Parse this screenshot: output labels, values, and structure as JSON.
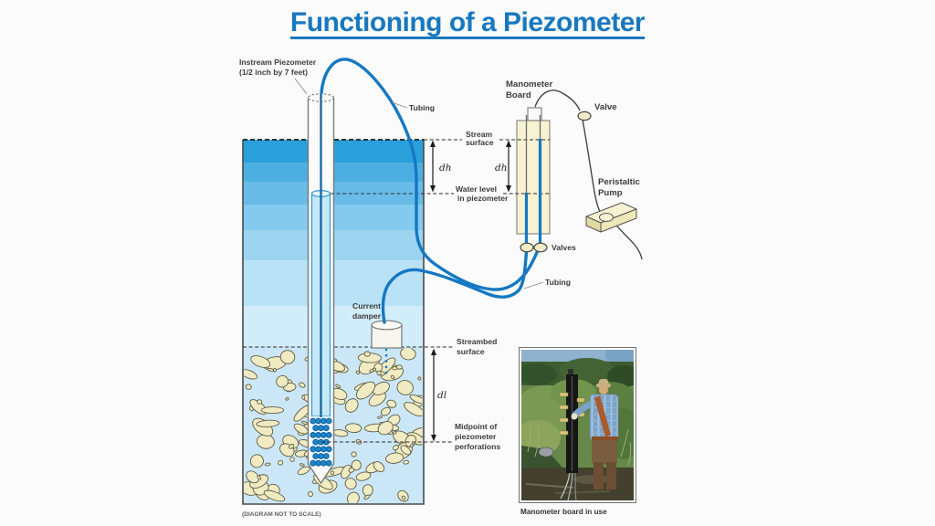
{
  "slide": {
    "title": "Functioning of a Piezometer"
  },
  "colors": {
    "title_blue": "#1878BF",
    "tubing_blue": "#1578C2",
    "water_top_blue": "#29A0DB",
    "water_bottom_blue": "#D2EDFA",
    "streambed_blue": "#CBE7F7",
    "board_cream": "#F7F2D2",
    "valve_cream": "#F2ECC6",
    "pebble_cream": "#F1EBC3",
    "perforation_blue": "#1D86C8",
    "label_gray": "#3B3B3B"
  },
  "diagram": {
    "piezometer_label_line1": "Instream Piezometer",
    "piezometer_label_line2": "(1/2 inch by 7 feet)",
    "tubing_label_top": "Tubing",
    "tubing_label_mid": "Tubing",
    "manometer_board_line1": "Manometer",
    "manometer_board_line2": "Board",
    "valve_label": "Valve",
    "valves_label": "Valves",
    "stream_surface_line1": "Stream",
    "stream_surface_line2": "surface",
    "water_level_line1": "Water level",
    "water_level_line2": "in piezometer",
    "dh_label": "dh",
    "dl_label": "dl",
    "peristaltic_pump_line1": "Peristaltic",
    "peristaltic_pump_line2": "Pump",
    "current_damper_line1": "Current",
    "current_damper_line2": "damper",
    "streambed_surface_line1": "Streambed",
    "streambed_surface_line2": "surface",
    "midpoint_line1": "Midpoint of",
    "midpoint_line2": "piezometer",
    "midpoint_line3": "perforations",
    "scale_note": "(DIAGRAM NOT TO SCALE)"
  },
  "photo": {
    "caption": "Manometer board in use"
  }
}
